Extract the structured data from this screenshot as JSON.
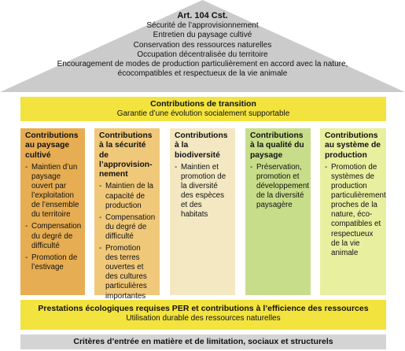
{
  "roof": {
    "title": "Art. 104 Cst.",
    "lines": [
      "Sécurité de l’approvisionnement",
      "Entretien du paysage cultivé",
      "Conservation des ressources naturelles",
      "Occupation décentralisée du territoire",
      "Encouragement de modes de production particulièrement en accord avec la nature,",
      "écocompatibles et respectueux de la vie animale"
    ]
  },
  "transition": {
    "title": "Contributions de transition",
    "subtitle": "Garantie d’une évolution socialement supportable"
  },
  "pillars": [
    {
      "title": "Contributions au paysage cultivé",
      "items": [
        "Maintien d’un paysage ouvert par l’exploitation de l’ensemble du territoire",
        "Compensation du degré de difficulté",
        "Promotion de l’estivage"
      ],
      "color": "#e7ad52"
    },
    {
      "title": "Contributions à la sécurité de l’approvision-nement",
      "items": [
        "Maintien de la capacité de production",
        "Compensation du degré de difficulté",
        "Promotion des terres ouvertes et des cultures particulières importantes"
      ],
      "color": "#f0c87a"
    },
    {
      "title": "Contributions à la biodiversité",
      "items": [
        "Maintien et promotion de la diversité des espèces et des habitats"
      ],
      "color": "#f3e8c2"
    },
    {
      "title": "Contributions à la qualité du paysage",
      "items": [
        "Préservation, promotion et développement de la diversité paysagère"
      ],
      "color": "#c8dd8a"
    },
    {
      "title": "Contributions au système de production",
      "items": [
        "Promotion de systèmes de production particulièrement proches de la nature, éco-compatibles et respectueux de la vie animale"
      ],
      "color": "#e8ef9e"
    }
  ],
  "per": {
    "title": "Prestations écologiques requises PER et contributions à l’efficience des ressources",
    "subtitle": "Utilisation durable des ressources naturelles"
  },
  "criteria": {
    "title": "Critères d’entrée en matière et de limitation, sociaux et structurels"
  },
  "colors": {
    "roof": "#c8c8c8",
    "band": "#f3e33f",
    "criteria": "#d4d4d4"
  }
}
